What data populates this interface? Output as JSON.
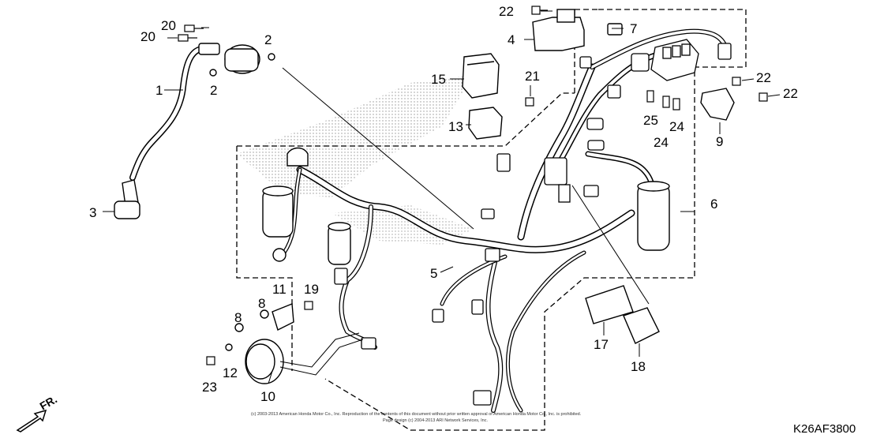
{
  "diagram": {
    "code": "K26AF3800",
    "direction_label": "FR.",
    "copyright_line1": "(c) 2003-2013 American Honda Motor Co., Inc. Reproduction of the contents of this document without prior written approval of American Honda Motor Co., Inc. is prohibited.",
    "copyright_line2": "Page design (c) 2004-2013 ARI Network Services, Inc.",
    "callouts": {
      "c1": "1",
      "c2a": "2",
      "c2b": "2",
      "c3": "3",
      "c4": "4",
      "c5": "5",
      "c6": "6",
      "c7": "7",
      "c8a": "8",
      "c8b": "8",
      "c9": "9",
      "c10": "10",
      "c11": "11",
      "c12": "12",
      "c13": "13",
      "c15": "15",
      "c17": "17",
      "c18": "18",
      "c19": "19",
      "c20a": "20",
      "c20b": "20",
      "c21": "21",
      "c22a": "22",
      "c22b": "22",
      "c22c": "22",
      "c23": "23",
      "c24a": "24",
      "c24b": "24",
      "c25": "25"
    }
  }
}
